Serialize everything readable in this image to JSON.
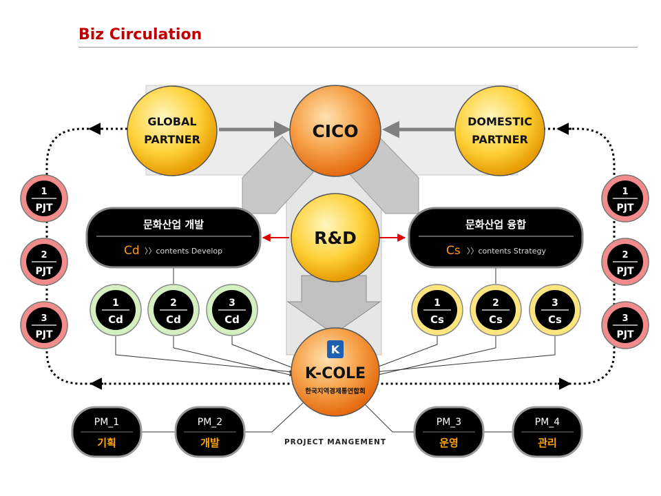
{
  "title": "Biz Circulation",
  "colors": {
    "title": "#c00000",
    "orange": "#f5a623",
    "yellow": "#ffd84a",
    "pjt_red": "#f08080",
    "cd_green": "#c6ecb0",
    "cs_gold": "#ffe27a",
    "pm_text": "#ffa500"
  },
  "nodes": {
    "global_partner": [
      "GLOBAL",
      "PARTNER"
    ],
    "domestic_partner": [
      "DOMESTIC",
      "PARTNER"
    ],
    "cico": "CICO",
    "rnd": "R&D",
    "kcole": {
      "logo": "K",
      "name": "K-COLE",
      "sub": "한국지역경제통연합회"
    }
  },
  "pills": {
    "develop": {
      "title": "문화산업 개발",
      "code": "Cd",
      "desc": "〉〉contents  Develop"
    },
    "strategy": {
      "title": "문화산업 융합",
      "code": "Cs",
      "desc": "〉〉contents  Strategy"
    }
  },
  "pjt_left": [
    {
      "num": "1",
      "label": "PJT"
    },
    {
      "num": "2",
      "label": "PJT"
    },
    {
      "num": "3",
      "label": "PJT"
    }
  ],
  "pjt_right": [
    {
      "num": "1",
      "label": "PJT"
    },
    {
      "num": "2",
      "label": "PJT"
    },
    {
      "num": "3",
      "label": "PJT"
    }
  ],
  "cd_items": [
    {
      "num": "1",
      "label": "Cd"
    },
    {
      "num": "2",
      "label": "Cd"
    },
    {
      "num": "3",
      "label": "Cd"
    }
  ],
  "cs_items": [
    {
      "num": "1",
      "label": "Cs"
    },
    {
      "num": "2",
      "label": "Cs"
    },
    {
      "num": "3",
      "label": "Cs"
    }
  ],
  "pm": [
    {
      "code": "PM_1",
      "label": "기획"
    },
    {
      "code": "PM_2",
      "label": "개발"
    },
    {
      "code": "PM_3",
      "label": "운영"
    },
    {
      "code": "PM_4",
      "label": "관리"
    }
  ],
  "pm_caption": "PROJECT  MANGEMENT"
}
